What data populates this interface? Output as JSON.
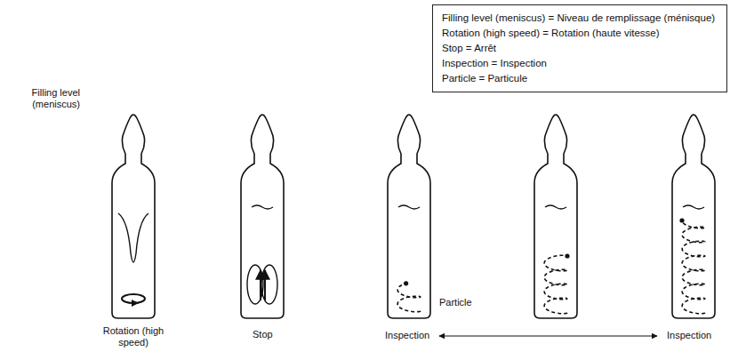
{
  "diagram": {
    "nodes": [
      {
        "text": [
          "Filling level (meniscus) = Niveau de remplissage (ménisque)",
          "Rotation (high speed) = Rotation (haute vitesse)",
          "Stop = Arrêt",
          "Inspection = Inspection",
          "Particle = Particule"
        ]
      }
    ],
    "labels": [
      "Filling level (meniscus)",
      "Rotation (high speed)",
      "Stop",
      "Particle",
      "Inspection",
      "Inspection"
    ]
  }
}
